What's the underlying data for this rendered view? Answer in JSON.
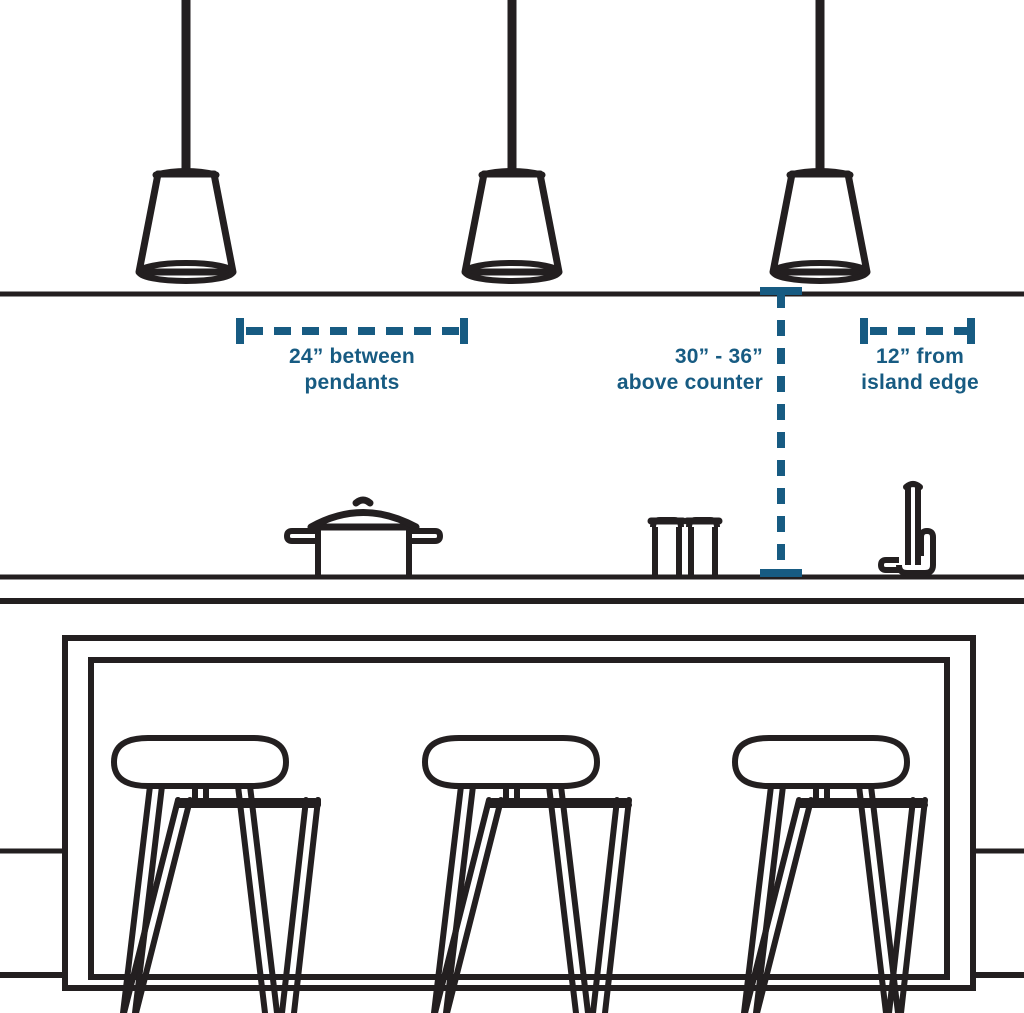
{
  "diagram": {
    "title": "Kitchen island pendant lighting placement guide",
    "accent_color": "#175b82",
    "line_color": "#231f20",
    "background": "#ffffff",
    "annotations": [
      {
        "id": "between-pendants",
        "line1": "24” between",
        "line2": "pendants",
        "measure_kind": "horizontal",
        "value": "24”",
        "subject": "between pendants"
      },
      {
        "id": "above-counter",
        "line1": "30” - 36”",
        "line2": "above counter",
        "measure_kind": "vertical",
        "value": "30” - 36”",
        "subject": "above counter"
      },
      {
        "id": "island-edge",
        "line1": "12” from",
        "line2": "island edge",
        "measure_kind": "horizontal",
        "value": "12”",
        "subject": "from island edge"
      }
    ],
    "objects": [
      {
        "name": "pendant-light-1",
        "count_label": ""
      },
      {
        "name": "pendant-light-2",
        "count_label": ""
      },
      {
        "name": "pendant-light-3",
        "count_label": ""
      },
      {
        "name": "stock-pot",
        "count_label": ""
      },
      {
        "name": "salt-shaker",
        "count_label": ""
      },
      {
        "name": "pepper-shaker",
        "count_label": ""
      },
      {
        "name": "kitchen-faucet",
        "count_label": ""
      },
      {
        "name": "bar-stool-1",
        "count_label": ""
      },
      {
        "name": "bar-stool-2",
        "count_label": ""
      },
      {
        "name": "bar-stool-3",
        "count_label": ""
      }
    ]
  },
  "chart_data": {
    "type": "diagram",
    "title": "Pendant lighting placement over a kitchen island",
    "measurements": [
      {
        "label": "24” between pendants",
        "value": 24,
        "unit": "in",
        "orientation": "horizontal"
      },
      {
        "label": "30” - 36” above counter",
        "min": 30,
        "max": 36,
        "unit": "in",
        "orientation": "vertical"
      },
      {
        "label": "12” from island edge",
        "value": 12,
        "unit": "in",
        "orientation": "horizontal"
      }
    ],
    "xlabel": "",
    "ylabel": ""
  }
}
